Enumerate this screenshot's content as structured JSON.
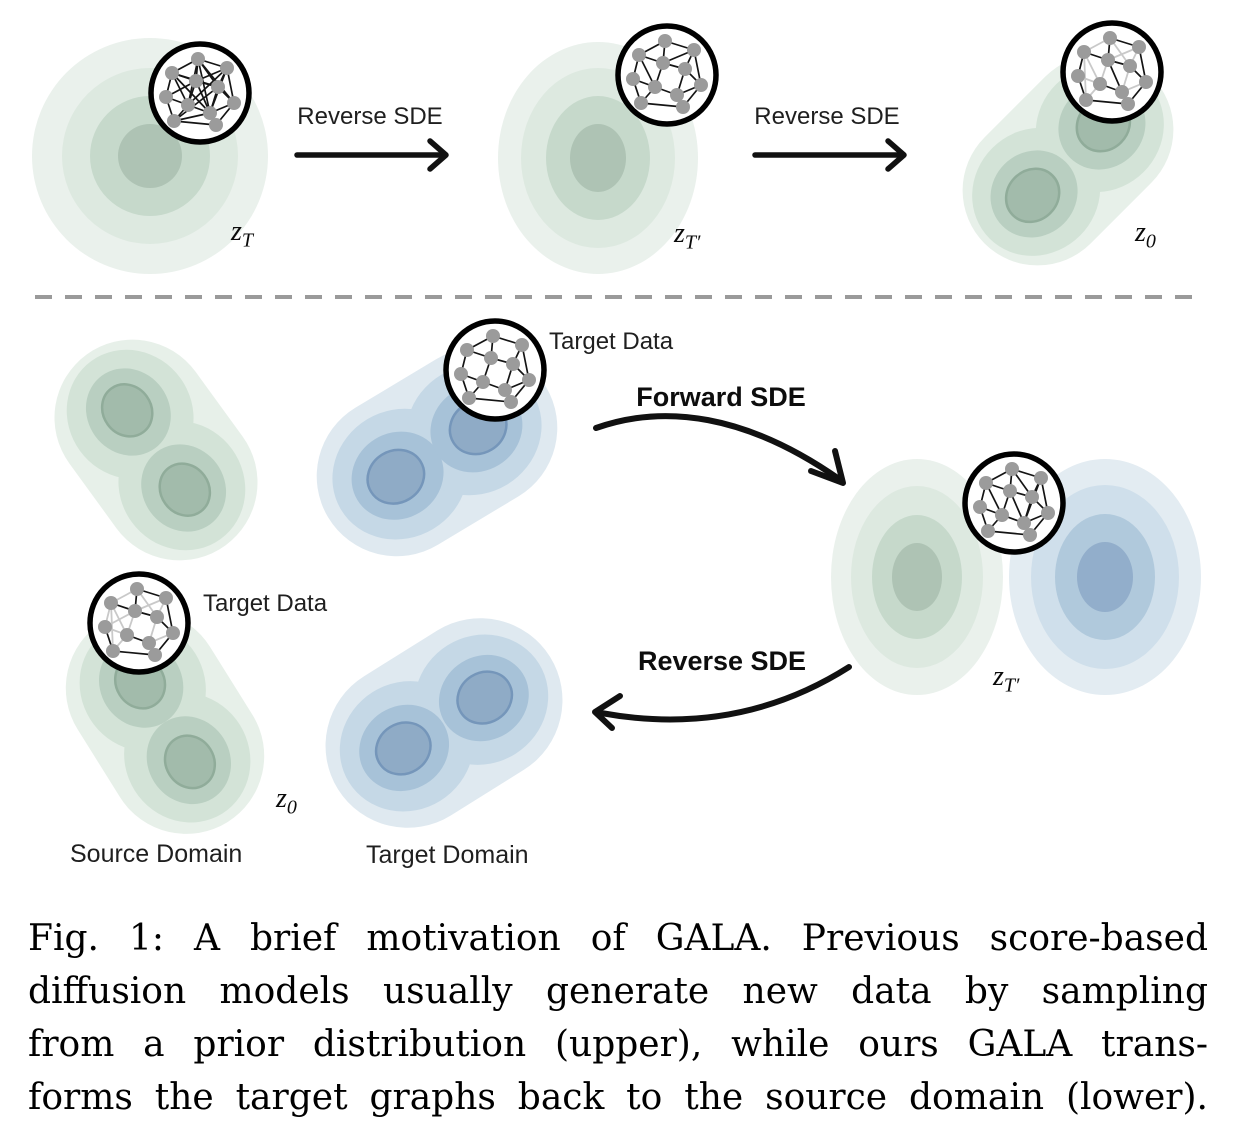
{
  "figure": {
    "upper": {
      "reverse_sde_1": "Reverse SDE",
      "reverse_sde_2": "Reverse SDE",
      "z_T": {
        "base": "z",
        "sub": "T"
      },
      "z_T_prime": {
        "base": "z",
        "sub": "T′"
      },
      "z_0": {
        "base": "z",
        "sub": "0"
      }
    },
    "lower": {
      "target_data_upper": "Target Data",
      "target_data_lower": "Target Data",
      "forward_sde": "Forward SDE",
      "reverse_sde": "Reverse SDE",
      "z_T_prime": {
        "base": "z",
        "sub": "T′"
      },
      "z_0": {
        "base": "z",
        "sub": "0"
      },
      "source_domain": "Source Domain",
      "target_domain": "Target Domain"
    },
    "icons": {
      "graph_network": "graph-network-icon",
      "straight_arrow": "arrow-right-icon",
      "curved_forward_arrow": "curved-arrow-down-right-icon",
      "curved_reverse_arrow": "curved-arrow-left-icon",
      "divider": "dashed-divider-line"
    },
    "colors": {
      "green_contours": [
        "#eaf1ec",
        "#dde9e0",
        "#c6d9cb",
        "#aec3b4"
      ],
      "green_bimodal_contours": [
        "#e7f0e9",
        "#d3e3d7",
        "#b9cfc1",
        "#a2bbab"
      ],
      "green_core_stroke": "#90ac9a",
      "blue_bimodal_contours": [
        "#dfe9f0",
        "#c5d8e6",
        "#a7c2d8",
        "#8fabc6"
      ],
      "blue_contours": [
        "#e3ecf2",
        "#cfdfeb",
        "#b0c9dc",
        "#92aecb"
      ],
      "blue_core_stroke": "#7596ba",
      "node_gray": "#9b9b9b",
      "edge_black": "#141414",
      "edge_gray": "#c9c9c9",
      "divider_gray": "#9a9a9a",
      "arrow_black": "#111111"
    }
  },
  "caption": {
    "lines": [
      "Fig. 1: A brief motivation of GALA. Previous score-based",
      "diffusion models usually generate new data by sampling",
      "from a prior distribution (upper), while ours GALA trans-",
      "forms the target graphs back to the source domain (lower)."
    ]
  }
}
